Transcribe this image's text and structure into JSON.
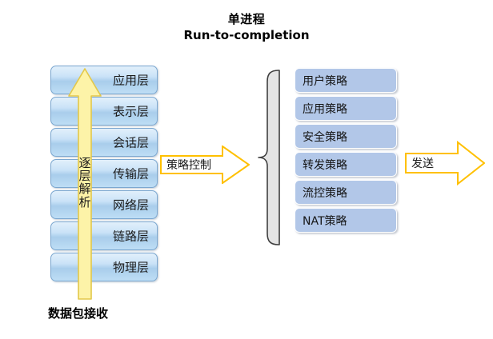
{
  "title": {
    "line1": "单进程",
    "line2": "Run-to-completion"
  },
  "osi_stack": {
    "layers": [
      {
        "label": "应用层"
      },
      {
        "label": "表示层"
      },
      {
        "label": "会话层"
      },
      {
        "label": "传输层"
      },
      {
        "label": "网络层"
      },
      {
        "label": "链路层"
      },
      {
        "label": "物理层"
      }
    ]
  },
  "up_arrow": {
    "text_chars": [
      "逐",
      "层",
      "解",
      "析"
    ],
    "text": "逐层解析",
    "fill_color": "#fdf3a8",
    "stroke_color": "#e3c84a"
  },
  "bottom_label": {
    "text": "数据包接收"
  },
  "arrows": {
    "policy_control": {
      "label": "策略控制",
      "fill_color": "#ffffff",
      "stroke_color": "#ffc000"
    },
    "send": {
      "label": "发送",
      "fill_color": "#ffffff",
      "stroke_color": "#ffc000"
    }
  },
  "brace": {
    "name": "left-curly-brace",
    "fill_color": "#e4e4e4",
    "stroke_color": "#3f3f3f"
  },
  "policy_list": {
    "items": [
      {
        "label": "用户策略"
      },
      {
        "label": "应用策略"
      },
      {
        "label": "安全策略"
      },
      {
        "label": "转发策略"
      },
      {
        "label": "流控策略"
      },
      {
        "label": "NAT策略"
      }
    ]
  },
  "colors": {
    "layer_box_fill_top": "#e2f0fb",
    "layer_box_fill_bottom": "#a9cdeb",
    "layer_box_border": "#7ba7d0",
    "policy_box_fill": "#b2c7e8",
    "arrow_yellow": "#ffc000",
    "background": "#ffffff"
  }
}
